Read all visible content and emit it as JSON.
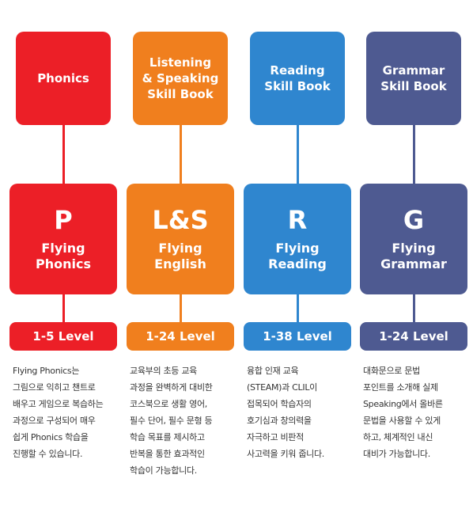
{
  "colors": {
    "phonics": "#ec1f27",
    "listening": "#f07f1e",
    "reading": "#2f86cf",
    "grammar": "#4e5a91"
  },
  "columns": [
    {
      "top_label": "Phonics",
      "letter": "P",
      "book": "Flying\nPhonics",
      "level": "1-5 Level",
      "description": "Flying Phonics는\n그림으로 익히고 챈트로\n배우고 게임으로 복습하는\n과정으로 구성되어 매우\n쉽게 Phonics 학습을\n진행할 수 있습니다."
    },
    {
      "top_label": "Listening\n& Speaking\nSkill Book",
      "letter": "L&S",
      "book": "Flying\nEnglish",
      "level": "1-24 Level",
      "description": "교육부의 초등 교육\n과정을 완벽하게 대비한\n코스북으로 생활 영어,\n필수 단어, 필수 문형 등\n학습 목표를 제시하고\n반복을 통한 효과적인\n학습이 가능합니다."
    },
    {
      "top_label": "Reading\nSkill Book",
      "letter": "R",
      "book": "Flying\nReading",
      "level": "1-38 Level",
      "description": "융합 인재 교육\n(STEAM)과 CLIL이\n접목되어 학습자의\n호기심과 창의력을\n자극하고 비판적\n사고력을 키워 줍니다."
    },
    {
      "top_label": "Grammar\nSkill Book",
      "letter": "G",
      "book": "Flying\nGrammar",
      "level": "1-24 Level",
      "description": "대화문으로 문법\n포인트를 소개해 실제\nSpeaking에서 올바른\n문법을 사용할 수 있게\n하고, 체계적인 내신\n대비가 가능합니다."
    }
  ]
}
